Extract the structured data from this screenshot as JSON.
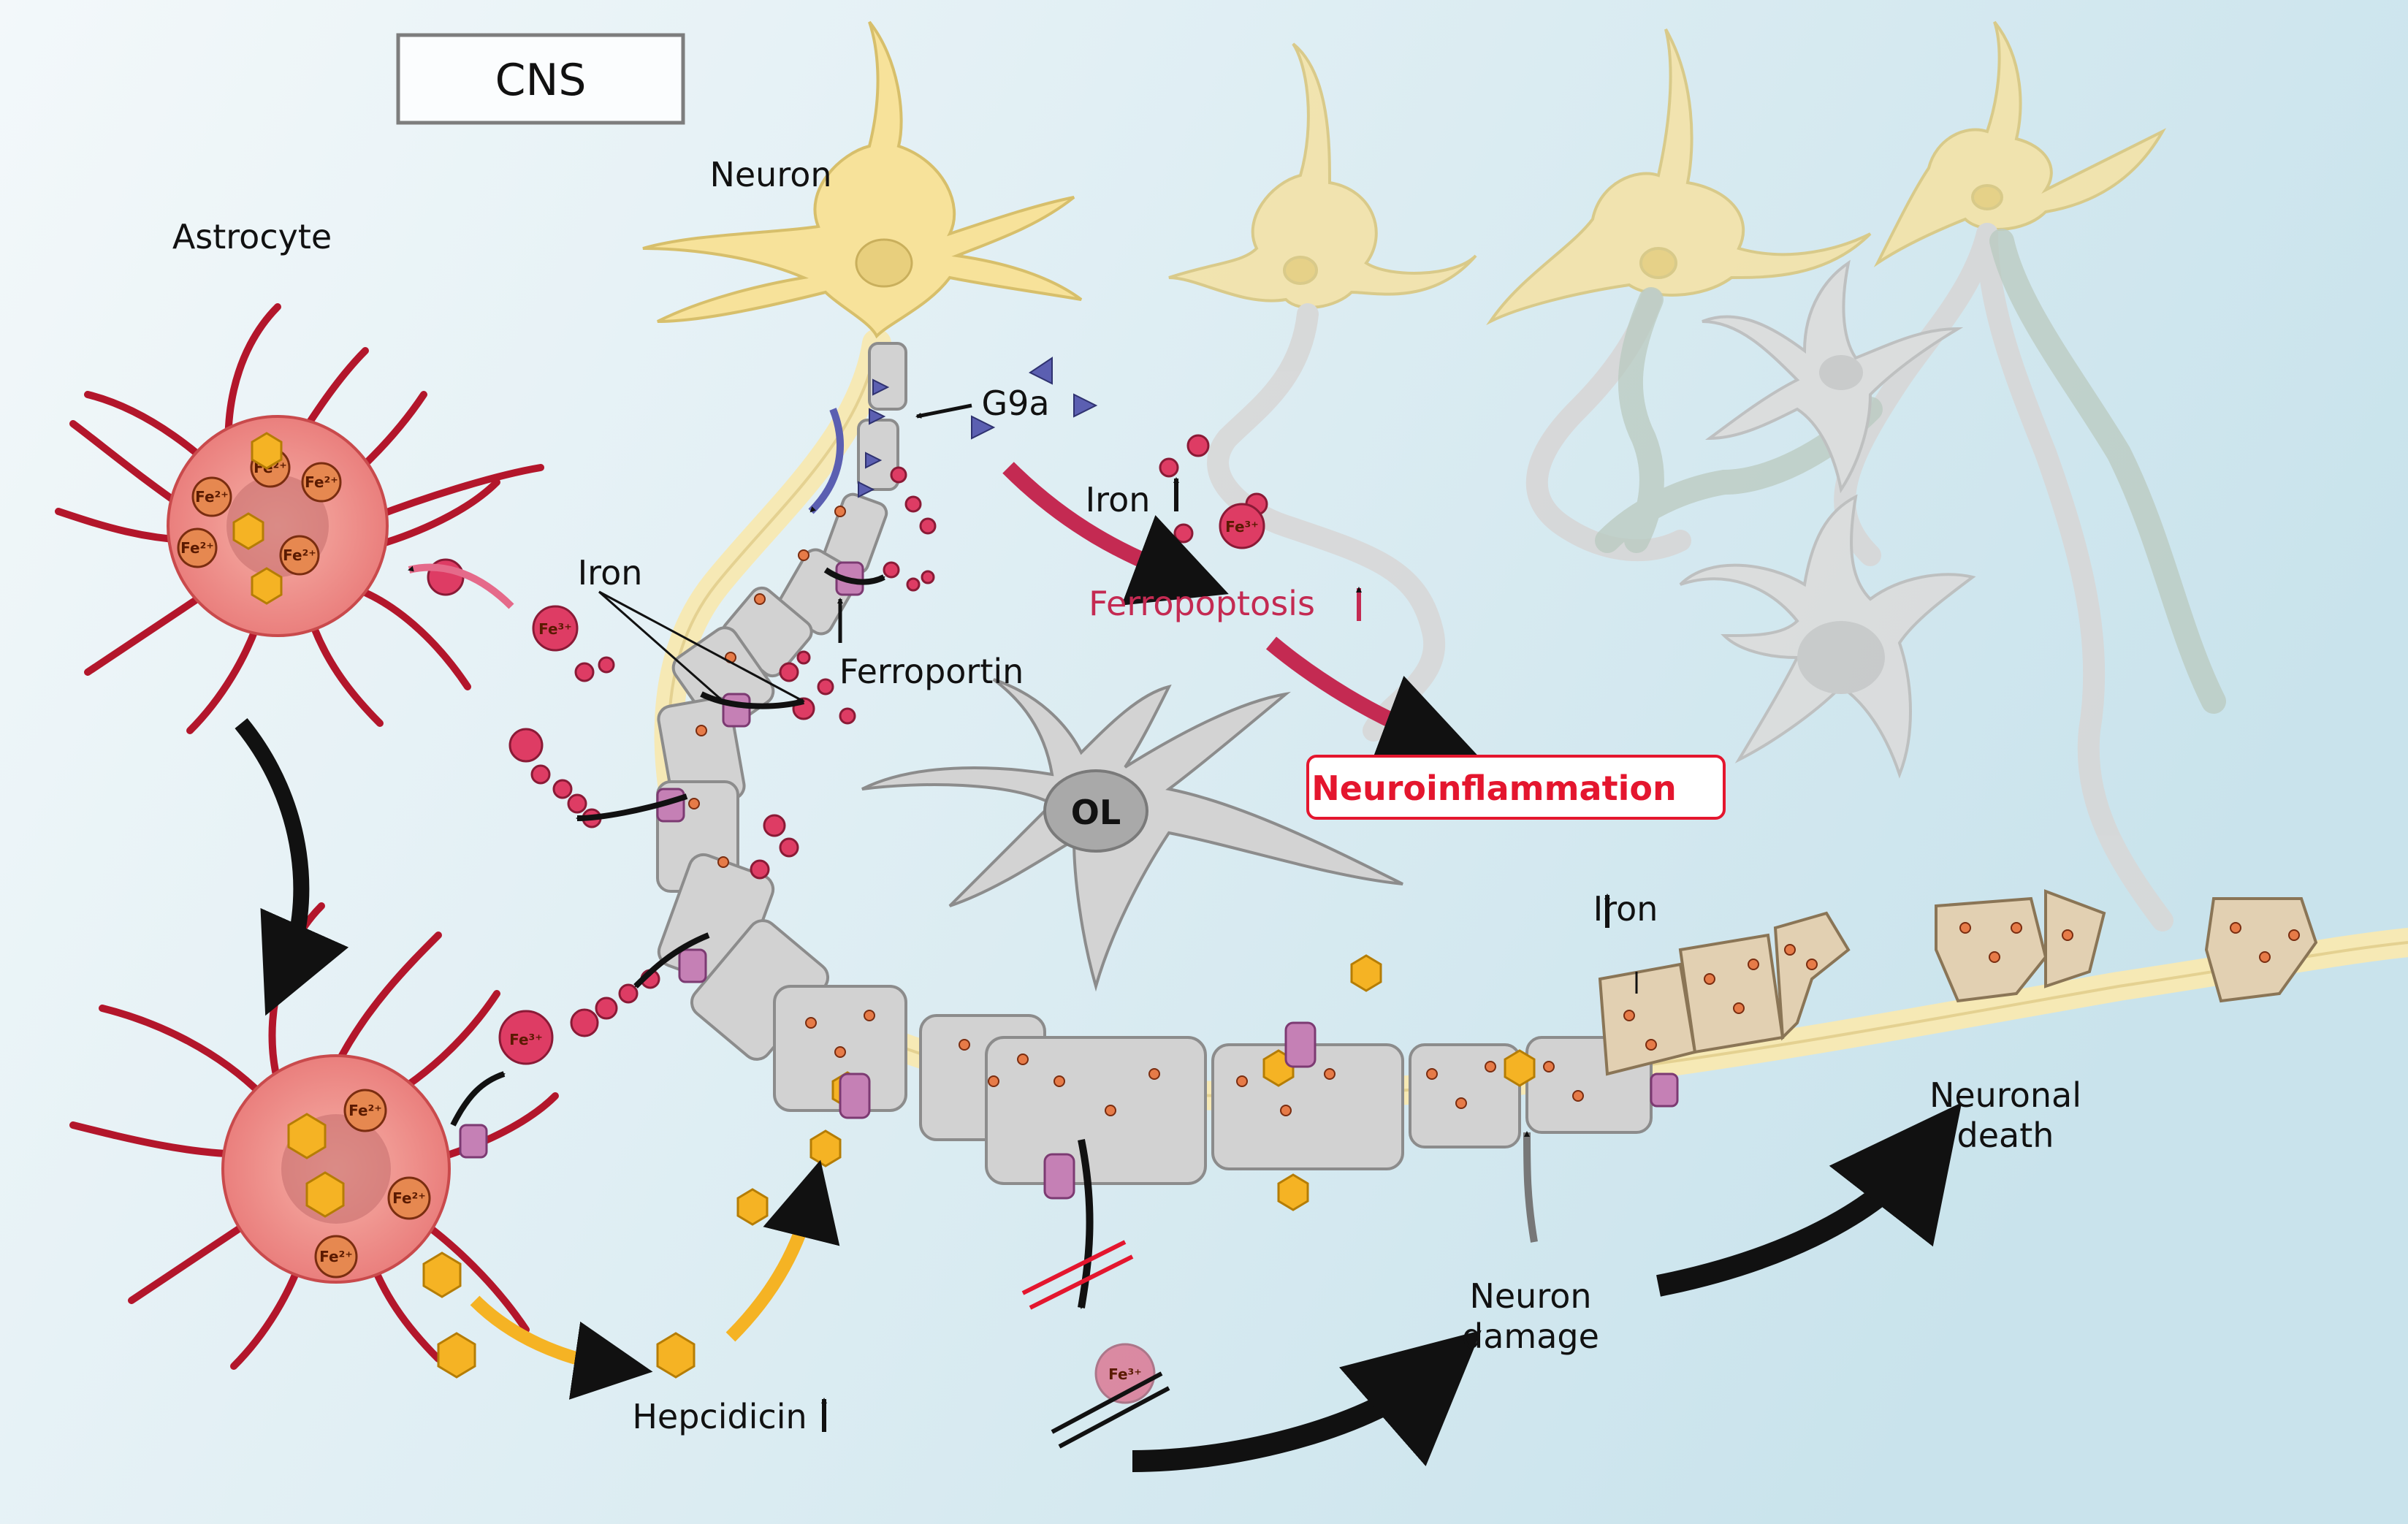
{
  "header": {
    "title": "CNS"
  },
  "labels": {
    "neuron": "Neuron",
    "astrocyte": "Astrocyte",
    "g9a": "G9a",
    "iron_a": "Iron",
    "iron_b": "Iron",
    "iron_c": "Iron",
    "ferroportin": "Ferroportin",
    "ferropoptosis": "Ferropoptosis",
    "neuroinflammation": "Neuroinflammation",
    "ol": "OL",
    "hepcidicin": "Hepcidicin",
    "neuron_damage_1": "Neuron",
    "neuron_damage_2": "damage",
    "neuronal_death_1": "Neuronal",
    "neuronal_death_2": "death",
    "fe2": "Fe²⁺",
    "fe3": "Fe³⁺"
  },
  "colors": {
    "background_start": "#f3f8fa",
    "background_end": "#cde5ee",
    "neuron": "#f7e29a",
    "astrocyte": "#ef8e8a",
    "astrocyte_process": "#b3162b",
    "myelin": "#cfcfcf",
    "iron": "#de3c64",
    "hepcidin": "#f5b324",
    "ferroportin": "#b86aa6",
    "g9a": "#5b5fb1",
    "accent_red": "#e4162e",
    "arrow_black": "#111111"
  }
}
